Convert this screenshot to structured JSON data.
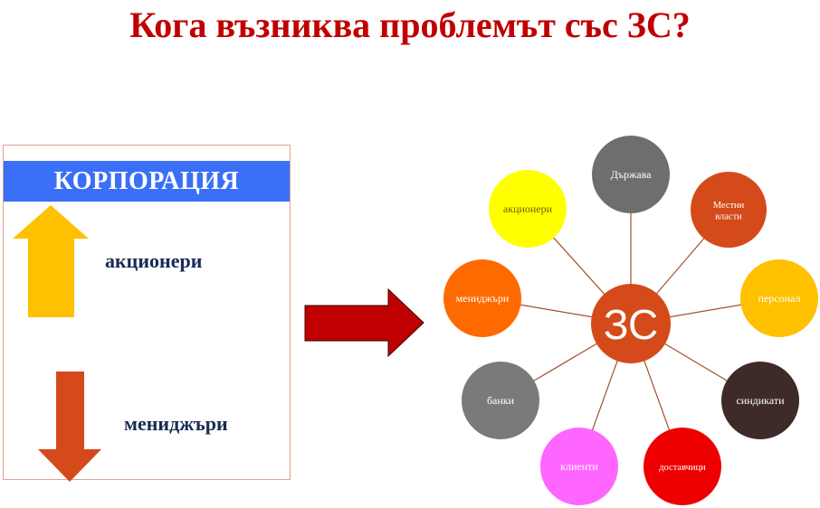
{
  "title": "Кога възниква проблемът със ЗС?",
  "corporation": {
    "header": "КОРПОРАЦИЯ",
    "up_label": "акционери",
    "down_label": "мениджъри"
  },
  "hub": {
    "label": "ЗС",
    "color": "#d54a1a"
  },
  "stakeholders": [
    {
      "label": "Държава",
      "color": "#6e6e6e",
      "text_color": "#ffffff"
    },
    {
      "label": "Местни власти",
      "color": "#d54a1a",
      "text_color": "#ffffff"
    },
    {
      "label": "персонал",
      "color": "#ffc000",
      "text_color": "#ffffff"
    },
    {
      "label": "синдикати",
      "color": "#3e2a28",
      "text_color": "#ffffff"
    },
    {
      "label": "доставчици",
      "color": "#ee0000",
      "text_color": "#ffffff"
    },
    {
      "label": "клиенти",
      "color": "#ff66ff",
      "text_color": "#ffffff"
    },
    {
      "label": "банки",
      "color": "#7a7a7a",
      "text_color": "#ffffff"
    },
    {
      "label": "мениджъри",
      "color": "#ff6a00",
      "text_color": "#ffffff"
    },
    {
      "label": "акционери",
      "color": "#ffff00",
      "text_color": "#7a5a00"
    }
  ],
  "colors": {
    "title": "#c00000",
    "header_bg": "#3a6ff7",
    "up_arrow": "#ffc000",
    "down_arrow": "#d54a1a",
    "big_arrow": "#c00000",
    "spoke": "#a0522d"
  }
}
